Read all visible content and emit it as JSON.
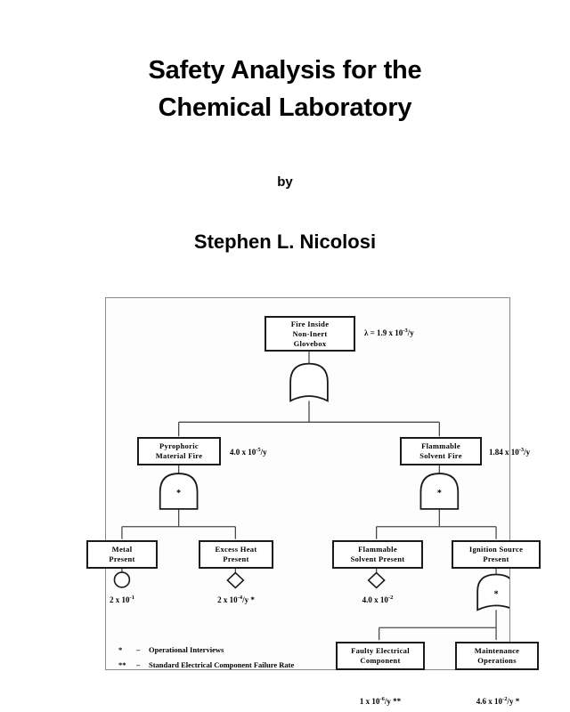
{
  "document": {
    "title_lines": [
      "Safety Analysis for the",
      "Chemical Laboratory"
    ],
    "byline": "by",
    "author": "Stephen L. Nicolosi"
  },
  "figure": {
    "legend": [
      {
        "mark": "*",
        "dash": "–",
        "text": "Operational Interviews"
      },
      {
        "mark": "**",
        "dash": "–",
        "text": "Standard Electrical Component Failure Rate"
      }
    ],
    "nodes": [
      {
        "id": "top-event",
        "lines": [
          "Fire Inside",
          "Non-Inert",
          "Glovebox"
        ],
        "rate_prefix": "λ = 1.9 x 10",
        "rate_exp": "-3",
        "rate_suffix": "/y",
        "rate_note": ""
      },
      {
        "id": "pyrophoric-material-fire",
        "lines": [
          "Pyrophoric",
          "Material Fire"
        ],
        "rate_prefix": "4.0 x 10",
        "rate_exp": "-5",
        "rate_suffix": "/y",
        "rate_note": ""
      },
      {
        "id": "flammable-solvent-fire",
        "lines": [
          "Flammable",
          "Solvent Fire"
        ],
        "rate_prefix": "1.84 x 10",
        "rate_exp": "-3",
        "rate_suffix": "/y",
        "rate_note": ""
      },
      {
        "id": "metal-present",
        "lines": [
          "Metal",
          "Present"
        ],
        "rate_prefix": "2 x 10",
        "rate_exp": "-1",
        "rate_suffix": "",
        "rate_note": ""
      },
      {
        "id": "excess-heat-present",
        "lines": [
          "Excess Heat",
          "Present"
        ],
        "rate_prefix": "2 x 10",
        "rate_exp": "-4",
        "rate_suffix": "/y",
        "rate_note": " *"
      },
      {
        "id": "flammable-solvent-present",
        "lines": [
          "Flammable",
          "Solvent Present"
        ],
        "rate_prefix": "4.0 x 10",
        "rate_exp": "-2",
        "rate_suffix": "",
        "rate_note": ""
      },
      {
        "id": "ignition-source-present",
        "lines": [
          "Ignition Source",
          "Present"
        ],
        "rate_prefix": "",
        "rate_exp": "",
        "rate_suffix": "",
        "rate_note": ""
      },
      {
        "id": "faulty-electrical-component",
        "lines": [
          "Faulty Electrical",
          "Component"
        ],
        "rate_prefix": "1 x 10",
        "rate_exp": "-6",
        "rate_suffix": "/y",
        "rate_note": " **"
      },
      {
        "id": "maintenance-operations",
        "lines": [
          "Maintenance",
          "Operations"
        ],
        "rate_prefix": "4.6 x 10",
        "rate_exp": "-2",
        "rate_suffix": "/y",
        "rate_note": " *"
      }
    ],
    "gates": [
      {
        "id": "gate-top-or",
        "type": "or",
        "mark": ""
      },
      {
        "id": "gate-pyrophoric-and",
        "type": "and",
        "mark": "*"
      },
      {
        "id": "gate-solvent-and",
        "type": "and",
        "mark": "*"
      },
      {
        "id": "gate-ignition-or",
        "type": "or",
        "mark": "*"
      }
    ],
    "symbols": [
      {
        "id": "basic-event-metal",
        "type": "circle"
      },
      {
        "id": "undeveloped-event-excess-heat",
        "type": "diamond"
      },
      {
        "id": "undeveloped-event-solvent",
        "type": "diamond"
      },
      {
        "id": "basic-event-faulty-electrical",
        "type": "circle"
      },
      {
        "id": "undeveloped-event-maintenance",
        "type": "diamond"
      }
    ],
    "colors": {
      "frame": "#8a8a8a",
      "box_border": "#1a1a1a",
      "line": "#4a4a4a",
      "text": "#000000",
      "background": "#ffffff"
    }
  }
}
